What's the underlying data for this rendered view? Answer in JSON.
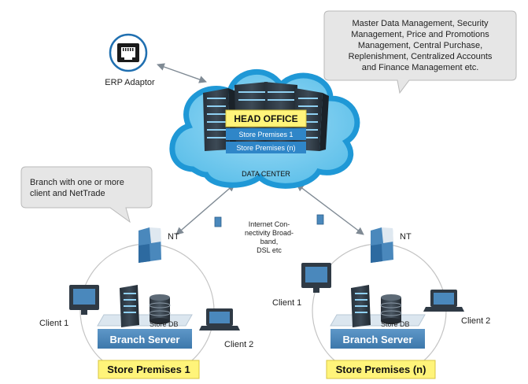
{
  "callout_ho": [
    "Master Data Management, Security",
    "Management, Price and Promotions",
    "Management, Central Purchase,",
    "Replenishment, Centralized Accounts",
    "and Finance Management etc."
  ],
  "callout_branch": [
    "Branch with one or more",
    "client and NetTrade"
  ],
  "erp_label": "ERP Adaptor",
  "head_office": "HEAD OFFICE",
  "store_premises_1": "Store Premises 1",
  "store_premises_n": "Store Premises (n)",
  "data_center": "DATA CENTER",
  "internet": [
    "Internet Con-",
    "nectivity Broad-",
    "band,",
    "DSL etc"
  ],
  "nt_label": "NT",
  "client1": "Client 1",
  "client2": "Client 2",
  "store_db": "Store DB",
  "branch_server": "Branch Server",
  "premises_left": "Store Premises 1",
  "premises_right": "Store Premises (n)",
  "colors": {
    "cloud": "#2aa0dc",
    "highlight": "#fff47a",
    "band": "#2f86c8",
    "branch_bar": "#4a86b8",
    "icon_blue": "#4a88bc",
    "server_dark": "#2f3a45"
  }
}
